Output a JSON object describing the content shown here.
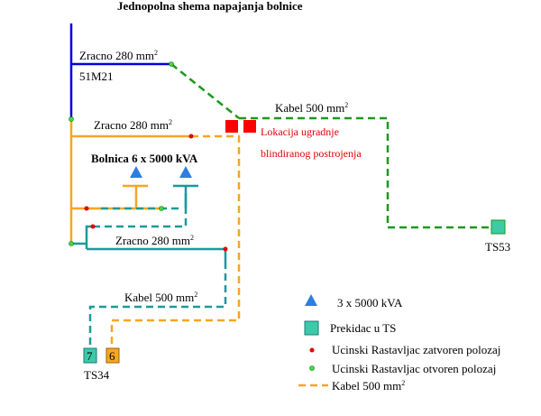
{
  "title": "Jednopolna shema napajanja bolnice",
  "labels": {
    "zracno_top": "Zracno 280 mm",
    "zracno_top_sup": "2",
    "feeder_51m21": "51M21",
    "zracno_mid": "Zracno 280 mm",
    "zracno_mid_sup": "2",
    "kabel_ts53": "Kabel 500 mm",
    "kabel_ts53_sup": "2",
    "location_line1": "Lokacija ugradnje",
    "location_line2": "blindiranog postrojenja",
    "bolnica": "Bolnica 6 x 5000 kVA",
    "zracno_low": "Zracno 280 mm",
    "zracno_low_sup": "2",
    "kabel_ts34": "Kabel 500 mm",
    "kabel_ts34_sup": "2",
    "ts53": "TS53",
    "ts34": "TS34",
    "box7": "7",
    "box6": "6"
  },
  "legend": {
    "transformer": "3 x 5000 kVA",
    "switch_ts": "Prekidac u TS",
    "closed": "Ucinski Rastavljac zatvoren polozaj",
    "open": "Ucinski Rastavljac otvoren polozaj",
    "cable": "Kabel 500 mm",
    "cable_sup": "2"
  },
  "colors": {
    "blue_line": "#0000dd",
    "green_cable": "#1a9a1a",
    "orange": "#f5a623",
    "teal": "#1a9a9a",
    "red_box": "#ff0000",
    "triangle": "#2b7fe0",
    "switch_box": "#3ccaa8",
    "closed_dot": "#e00000",
    "open_dot": "#40dd40",
    "label_red": "#e00000"
  }
}
